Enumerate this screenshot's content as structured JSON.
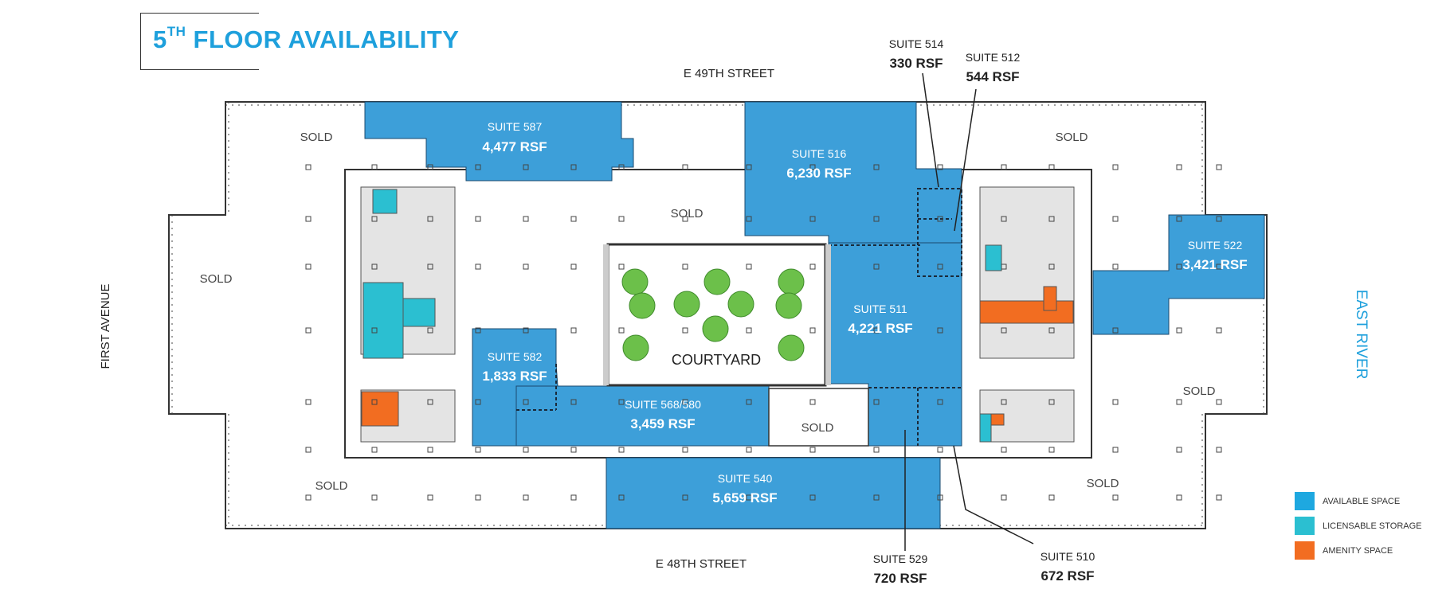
{
  "title": {
    "number": "5",
    "superscript": "TH",
    "text": "FLOOR AVAILABILITY"
  },
  "streets": {
    "north": "E 49TH STREET",
    "south": "E 48TH STREET",
    "west": "FIRST AVENUE",
    "east": "EAST RIVER"
  },
  "colors": {
    "available": "#3d9fd9",
    "storage": "#2bbfd1",
    "amenity": "#f26d21",
    "tree": "#6cc04a",
    "east_river_text": "#1ea0dc"
  },
  "suites": [
    {
      "id": "587",
      "name": "SUITE 587",
      "rsf": "4,477 RSF"
    },
    {
      "id": "516",
      "name": "SUITE 516",
      "rsf": "6,230 RSF"
    },
    {
      "id": "514",
      "name": "SUITE 514",
      "rsf": "330 RSF"
    },
    {
      "id": "512",
      "name": "SUITE 512",
      "rsf": "544 RSF"
    },
    {
      "id": "522",
      "name": "SUITE 522",
      "rsf": "3,421 RSF"
    },
    {
      "id": "511",
      "name": "SUITE 511",
      "rsf": "4,221 RSF"
    },
    {
      "id": "582",
      "name": "SUITE 582",
      "rsf": "1,833 RSF"
    },
    {
      "id": "568",
      "name": "SUITE 568/580",
      "rsf": "3,459 RSF"
    },
    {
      "id": "540",
      "name": "SUITE 540",
      "rsf": "5,659 RSF"
    },
    {
      "id": "529",
      "name": "SUITE 529",
      "rsf": "720 RSF"
    },
    {
      "id": "510",
      "name": "SUITE 510",
      "rsf": "672 RSF"
    }
  ],
  "sold_label": "SOLD",
  "courtyard_label": "COURTYARD",
  "legend": [
    {
      "label": "AVAILABLE SPACE",
      "color": "#1ea8e0"
    },
    {
      "label": "LICENSABLE STORAGE",
      "color": "#2bbfd1"
    },
    {
      "label": "AMENITY SPACE",
      "color": "#f26d21"
    }
  ]
}
